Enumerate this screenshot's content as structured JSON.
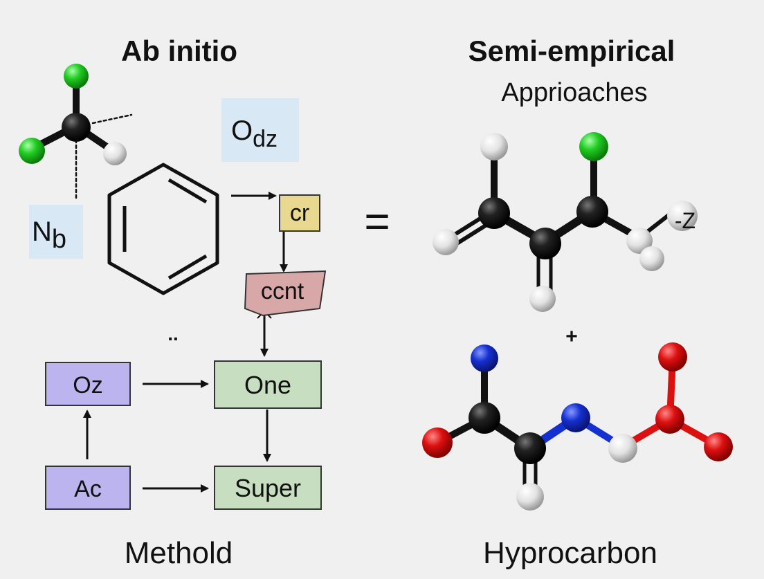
{
  "titles": {
    "left": "Ab initio",
    "right": "Semi-empirical",
    "right_sub": "Apprioaches"
  },
  "labels": {
    "odz_main": "O",
    "odz_sub": "dz",
    "nb_main": "N",
    "nb_sub": "b",
    "cr": "cr",
    "ccnt": "ccnt",
    "dots": "..",
    "equals": "=",
    "plus": "+",
    "edge_glyph": "-Z",
    "bottom_left": "Methold",
    "bottom_right": "Hyprocarbon"
  },
  "flow": {
    "oz": "Oz",
    "one": "One",
    "ac": "Ac",
    "super": "Super"
  },
  "colors": {
    "background": "#f0f0f0",
    "carbon": "#111111",
    "chlorine": "#22cc22",
    "hydrogen": "#e8e8e8",
    "nitrogen": "#1530d0",
    "oxygen": "#dd1010",
    "box_purple": "#bcb4ee",
    "box_green": "#c8dec0",
    "box_yellow": "#e8d890",
    "box_pink": "#d8a8a8",
    "label_blue": "#d8e8f4"
  }
}
